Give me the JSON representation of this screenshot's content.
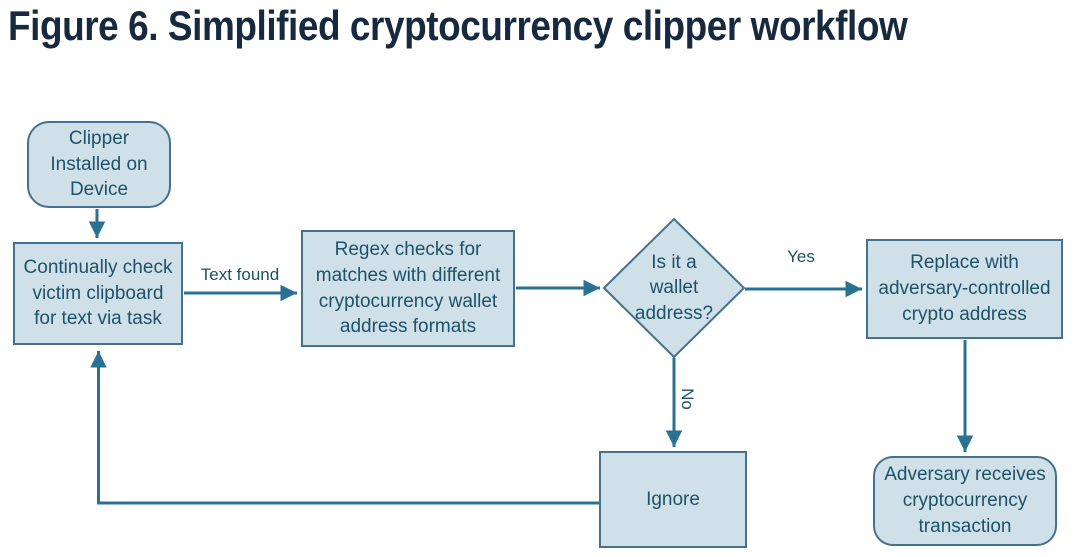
{
  "figure": {
    "title": "Figure 6. Simplified cryptocurrency clipper workflow"
  },
  "diagram": {
    "type": "flowchart",
    "nodes": [
      {
        "id": "clipper-installed",
        "shape": "rounded-rect",
        "label": "Clipper\nInstalled on\nDevice"
      },
      {
        "id": "continually-check",
        "shape": "rect",
        "label": "Continually check\nvictim clipboard\nfor text via task"
      },
      {
        "id": "regex-checks",
        "shape": "rect",
        "label": "Regex checks for\nmatches with different\ncryptocurrency wallet\naddress formats"
      },
      {
        "id": "wallet-decision",
        "shape": "diamond",
        "label": "Is it a\nwallet\naddress?"
      },
      {
        "id": "replace-address",
        "shape": "rect",
        "label": "Replace with\nadversary-controlled\ncrypto address"
      },
      {
        "id": "ignore",
        "shape": "rect",
        "label": "Ignore"
      },
      {
        "id": "adversary-receives",
        "shape": "rounded-rect",
        "label": "Adversary receives\ncryptocurrency\ntransaction"
      }
    ],
    "edges": [
      {
        "from": "clipper-installed",
        "to": "continually-check",
        "label": ""
      },
      {
        "from": "continually-check",
        "to": "regex-checks",
        "label": "Text found"
      },
      {
        "from": "regex-checks",
        "to": "wallet-decision",
        "label": ""
      },
      {
        "from": "wallet-decision",
        "to": "replace-address",
        "label": "Yes"
      },
      {
        "from": "wallet-decision",
        "to": "ignore",
        "label": "No"
      },
      {
        "from": "replace-address",
        "to": "adversary-receives",
        "label": ""
      },
      {
        "from": "ignore",
        "to": "continually-check",
        "label": ""
      }
    ],
    "colors": {
      "node_fill": "#cfe0e9",
      "node_border": "#46718d",
      "node_text": "#1d5269",
      "arrow": "#2b7292",
      "title_text": "#16293f"
    }
  }
}
